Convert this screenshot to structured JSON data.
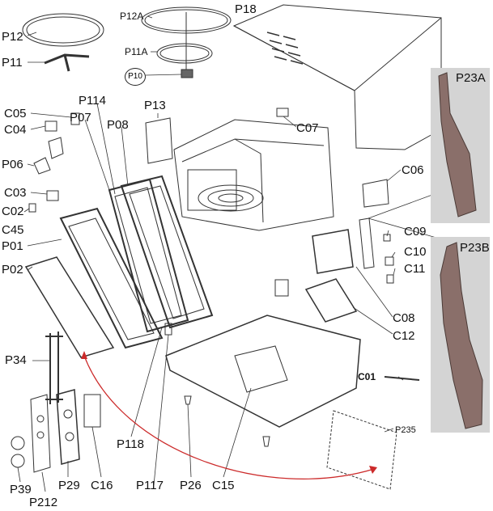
{
  "labels": {
    "p12": "P12",
    "p12a": "P12A",
    "p11": "P11",
    "p11a": "P11A",
    "p10": "P10",
    "p18": "P18",
    "c05": "C05",
    "c04": "C04",
    "p114": "P114",
    "p07": "P07",
    "p08": "P08",
    "p13": "P13",
    "c07": "C07",
    "p06": "P06",
    "c03": "C03",
    "c02": "C02",
    "c45": "C45",
    "p01": "P01",
    "p02": "P02",
    "c06": "C06",
    "c09": "C09",
    "c10": "C10",
    "c11": "C11",
    "c08": "C08",
    "c12": "C12",
    "c01": "C01",
    "p34": "P34",
    "p235": "P235",
    "p118": "P118",
    "p117": "P117",
    "p26": "P26",
    "c15": "C15",
    "c16": "C16",
    "p29": "P29",
    "p39": "P39",
    "p212": "P212",
    "p23a": "P23A",
    "p23b": "P23B"
  },
  "colors": {
    "line": "#333333",
    "arrow": "#cc2a2a",
    "photo_bg": "#d4d4d4",
    "part": "#8a6f6a"
  }
}
